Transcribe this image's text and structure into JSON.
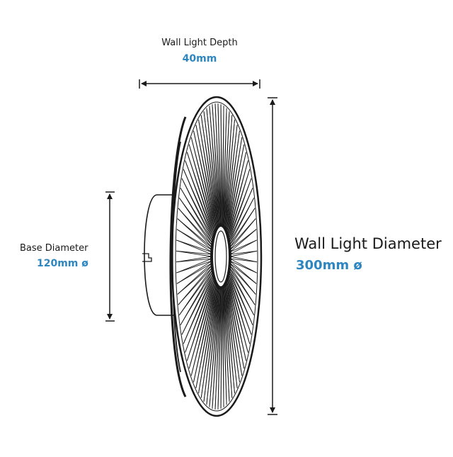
{
  "depth": {
    "label": "Wall Light Depth",
    "value": "40mm"
  },
  "base": {
    "label": "Base Diameter",
    "value": "120mm ø"
  },
  "diameter": {
    "label": "Wall Light Diameter",
    "value": "300mm ø"
  },
  "colors": {
    "accent": "#2e86c1",
    "line": "#1a1a1a"
  }
}
